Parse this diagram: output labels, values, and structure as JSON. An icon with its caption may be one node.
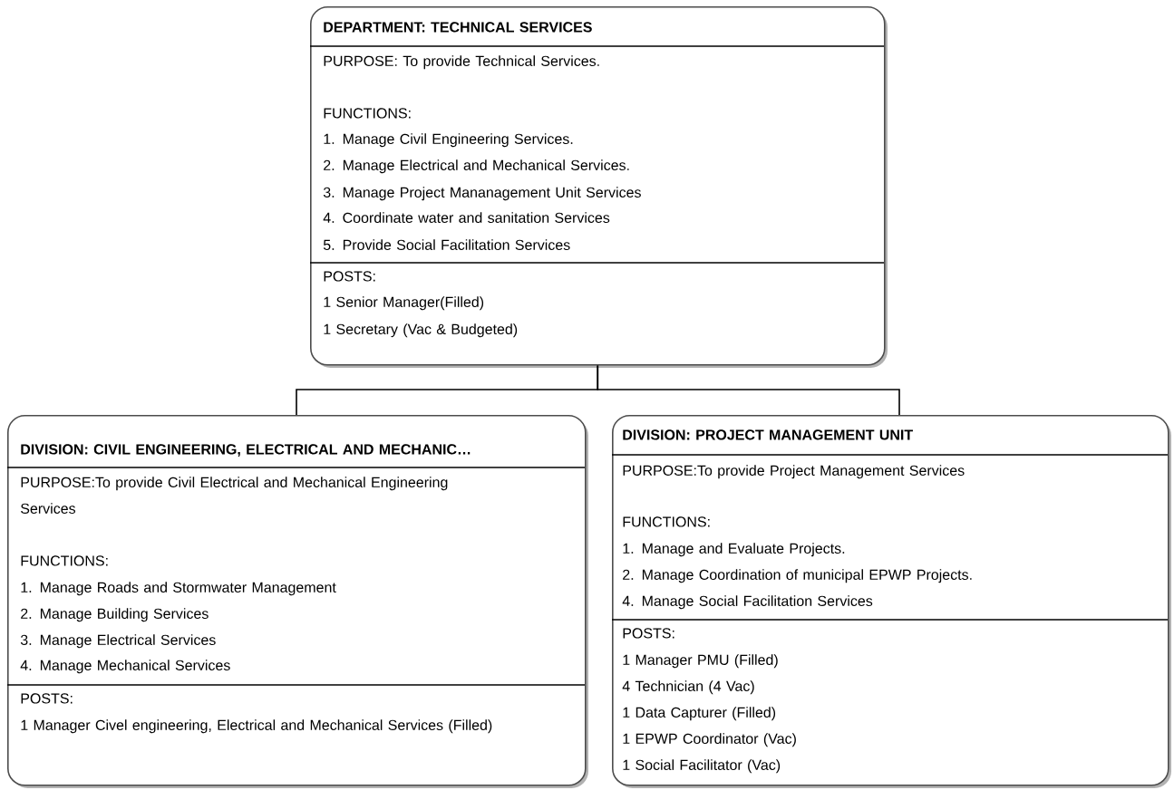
{
  "diagram": {
    "nodes": [
      {
        "text": [
          "DEPARTMENT: TECHNICAL SERVICES",
          "PURPOSE: To provide Technical Services.",
          "FUNCTIONS:",
          "1. Manage Civil Engineering Services.",
          "2. Manage Electrical and Mechanical Services.",
          "3. Manage Project Mananagement Unit Services",
          "4. Coordinate water and sanitation Services",
          "5. Provide Social Facilitation Services",
          "POSTS:",
          "1 Senior Manager(Filled)",
          "1 Secretary (Vac & Budgeted)"
        ]
      },
      {
        "text": [
          "DIVISION: CIVIL ENGINEERING, ELECTRICAL AND MECHANIC…",
          "PURPOSE:To provide Civil Electrical and Mechanical Engineering Services",
          "FUNCTIONS:",
          "1. Manage Roads and Stormwater Management",
          "2. Manage Building Services",
          "3. Manage Electrical Services",
          "4. Manage Mechanical Services",
          "POSTS:",
          "1 Manager Civel engineering, Electrical and Mechanical Services (Filled)"
        ]
      },
      {
        "text": [
          "DIVISION: PROJECT MANAGEMENT UNIT",
          "PURPOSE:To provide Project Management Services",
          "FUNCTIONS:",
          "1. Manage and Evaluate Projects.",
          "2. Manage Coordination of municipal EPWP Projects.",
          "4. Manage Social Facilitation Services",
          "POSTS:",
          "1 Manager PMU (Filled)",
          "4 Technician (4 Vac)",
          "1 Data Capturer (Filled)",
          "1 EPWP Coordinator (Vac)",
          "1 Social Facilitator (Vac)"
        ]
      }
    ],
    "edges": [
      {
        "from": 0,
        "to": 1,
        "arrow": "none"
      },
      {
        "from": 0,
        "to": 2,
        "arrow": "none"
      }
    ]
  }
}
